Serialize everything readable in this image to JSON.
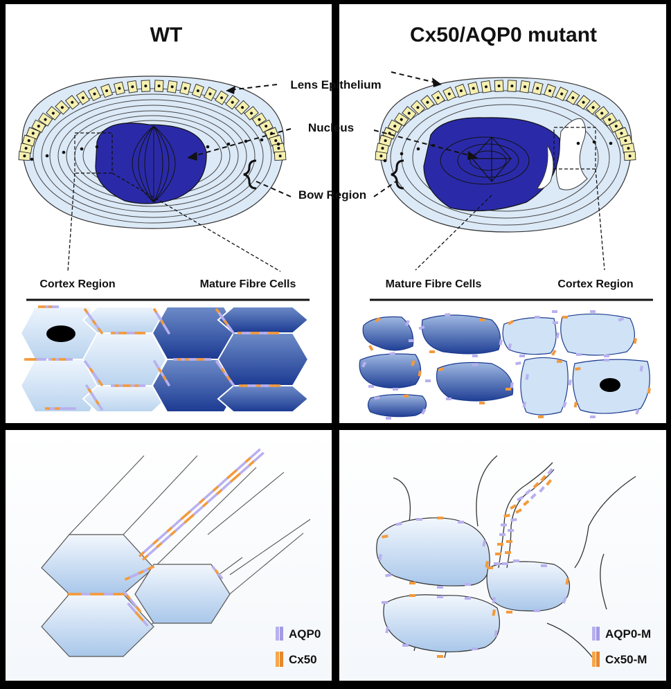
{
  "panels": {
    "wt_title": "WT",
    "mutant_title": "Cx50/AQP0 mutant"
  },
  "labels": {
    "lens_epithelium": "Lens Epithelium",
    "nucleus": "Nucleus",
    "bow_region": "Bow Region",
    "wt_cortex_region": "Cortex Region",
    "wt_mature_fibre_cells": "Mature Fibre Cells",
    "mut_mature_fibre_cells": "Mature Fibre Cells",
    "mut_cortex_region": "Cortex Region"
  },
  "legend_wt": {
    "aqp0": "AQP0",
    "cx50": "Cx50"
  },
  "legend_mutant": {
    "aqp0": "AQP0-M",
    "cx50": "Cx50-M"
  },
  "colors": {
    "background": "#000000",
    "panel": "#ffffff",
    "lens_body": "#dce9f7",
    "lens_nucleus": "#2a2aa8",
    "epithelium": "#f6f0b0",
    "aqp0": "#b8b0ee",
    "cx50": "#f39a3c",
    "mature_fibre": "#1f3f95",
    "young_fibre": "#cfe2f6"
  }
}
